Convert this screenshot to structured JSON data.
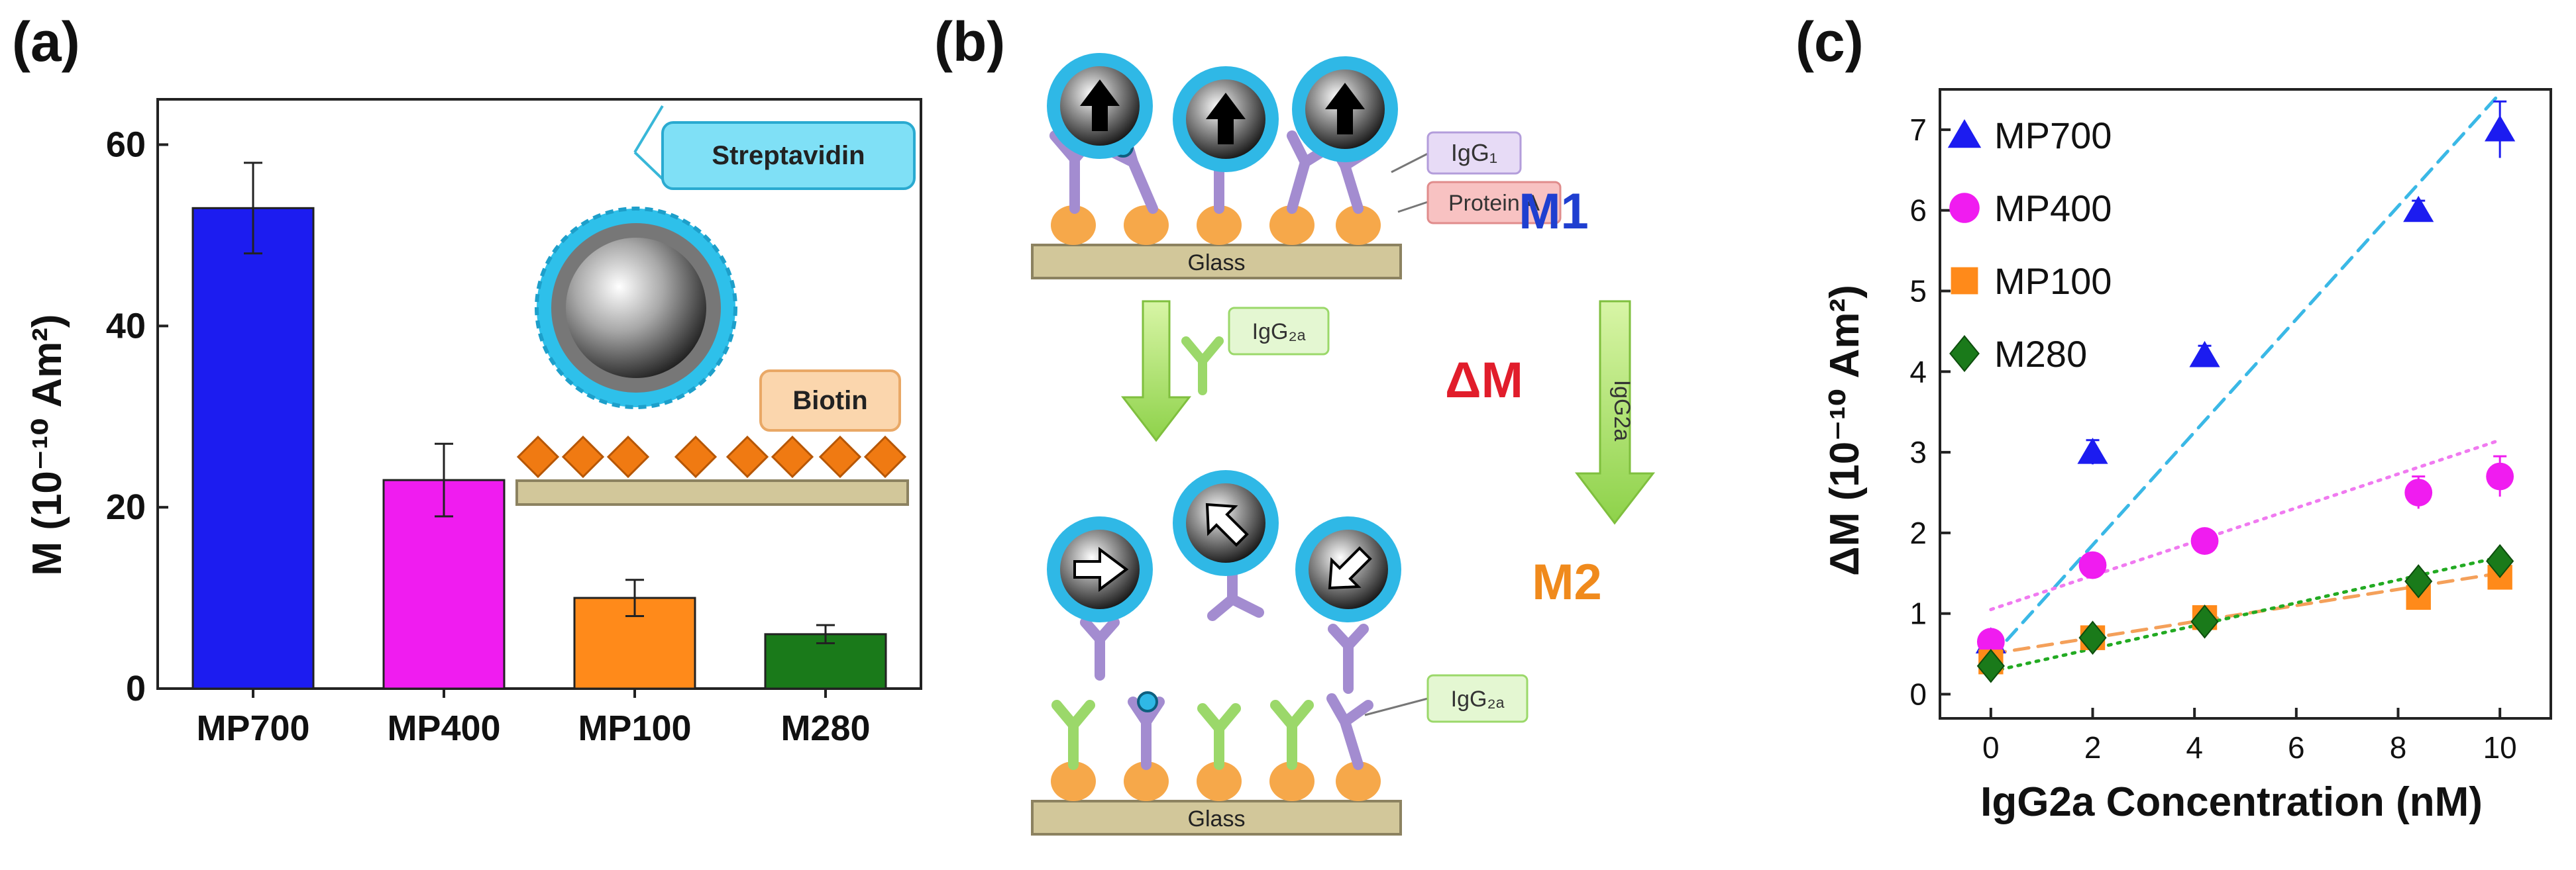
{
  "figure": {
    "panel_a_label": "(a)",
    "panel_b_label": "(b)",
    "panel_c_label": "(c)"
  },
  "panel_a": {
    "ylabel": "M (10⁻¹⁰ Am²)",
    "inset_labels": {
      "streptavidin": "Streptavidin",
      "biotin": "Biotin"
    }
  },
  "panel_b": {
    "labels": {
      "igg1": "IgG₁",
      "protein_a": "Protein A",
      "glass_top": "Glass",
      "glass_bottom": "Glass",
      "igg2a_flow": "IgG₂ₐ",
      "igg2a_bound": "IgG₂ₐ",
      "m1": "M1",
      "delta_m": "ΔM",
      "igg2a_arrow": "IgG2a",
      "m2": "M2"
    },
    "colors": {
      "m1": "#1f3fd0",
      "delta_m": "#e11d2b",
      "m2": "#f08a1c"
    }
  },
  "panel_c": {
    "xlabel": "IgG2a Concentration (nM)",
    "ylabel": "ΔM (10⁻¹⁰ Am²)"
  },
  "chart_data": [
    {
      "type": "bar",
      "categories": [
        "MP700",
        "MP400",
        "MP100",
        "M280"
      ],
      "values": [
        53,
        23,
        10,
        6
      ],
      "errors": [
        5,
        4,
        2,
        1
      ],
      "colors": [
        "#1c1cf0",
        "#f01cf0",
        "#ff8a1a",
        "#1a7a1a"
      ],
      "ylabel": "M (10⁻¹⁰ Am²)",
      "ylim": [
        0,
        65
      ],
      "yticks": [
        0,
        20,
        40,
        60
      ]
    },
    {
      "type": "scatter",
      "xlabel": "IgG2a Concentration (nM)",
      "ylabel": "ΔM (10⁻¹⁰ Am²)",
      "xlim": [
        -1,
        11
      ],
      "ylim": [
        -0.3,
        7.5
      ],
      "xticks": [
        0,
        2,
        4,
        6,
        8,
        10
      ],
      "yticks": [
        0,
        1,
        2,
        3,
        4,
        5,
        6,
        7
      ],
      "legend_position": "top-left",
      "series": [
        {
          "name": "MP700",
          "marker": "triangle",
          "color": "#1c1cf0",
          "fit_color": "#3ab8e6",
          "fit_style": "dashed",
          "x": [
            0,
            2,
            4.2,
            8.4,
            10
          ],
          "y": [
            0.65,
            3.0,
            4.2,
            6.0,
            7.0
          ],
          "err": [
            0.05,
            0.15,
            0.12,
            0.12,
            0.35
          ],
          "fit": [
            [
              0,
              0.45
            ],
            [
              10,
              7.45
            ]
          ]
        },
        {
          "name": "MP400",
          "marker": "circle",
          "color": "#f01cf0",
          "fit_color": "#f07af0",
          "fit_style": "dotted",
          "x": [
            0,
            2,
            4.2,
            8.4,
            10
          ],
          "y": [
            0.65,
            1.6,
            1.9,
            2.5,
            2.7
          ],
          "err": [
            0.05,
            0.1,
            0.1,
            0.2,
            0.25
          ],
          "fit": [
            [
              0,
              1.05
            ],
            [
              10,
              3.15
            ]
          ]
        },
        {
          "name": "MP100",
          "marker": "square",
          "color": "#ff8a1a",
          "fit_color": "#f4a05a",
          "fit_style": "dashed",
          "x": [
            0,
            2,
            4.2,
            8.4,
            10
          ],
          "y": [
            0.4,
            0.7,
            0.95,
            1.2,
            1.45
          ],
          "err": [
            0.05,
            0.08,
            0.08,
            0.1,
            0.1
          ],
          "fit": [
            [
              0,
              0.5
            ],
            [
              10,
              1.5
            ]
          ]
        },
        {
          "name": "M280",
          "marker": "diamond",
          "color": "#1a7a1a",
          "fit_color": "#22aa22",
          "fit_style": "dotted",
          "x": [
            0,
            2,
            4.2,
            8.4,
            10
          ],
          "y": [
            0.35,
            0.7,
            0.9,
            1.4,
            1.65
          ],
          "err": [
            0.05,
            0.06,
            0.06,
            0.08,
            0.1
          ],
          "fit": [
            [
              0,
              0.28
            ],
            [
              10,
              1.7
            ]
          ]
        }
      ]
    }
  ]
}
